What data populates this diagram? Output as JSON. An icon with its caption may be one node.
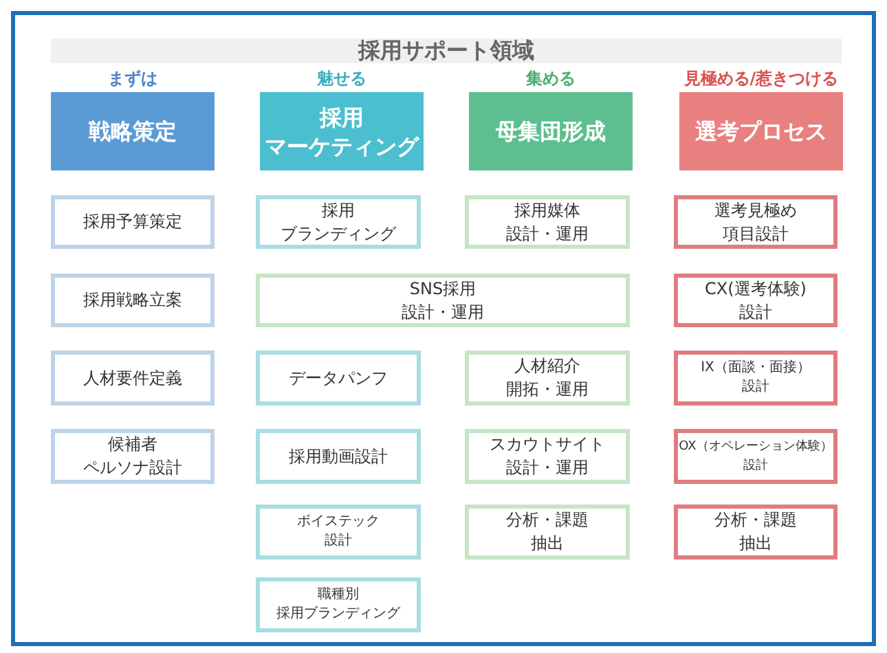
{
  "diagram": {
    "nodes": [
      {
        "text": [
          "採用サポート領域"
        ]
      },
      {
        "text": [
          "戦略策定"
        ],
        "beside": [
          "まずは"
        ]
      },
      {
        "text": [
          "採用マーケティング"
        ],
        "beside": [
          "魅せる"
        ]
      },
      {
        "text": [
          "母集団形成"
        ],
        "beside": [
          "集める"
        ]
      },
      {
        "text": [
          "選考プロセス"
        ],
        "beside": [
          "見極める/惹きつける"
        ]
      },
      {
        "text": [
          "採用予算策定"
        ]
      },
      {
        "text": [
          "採用ブランディング"
        ]
      },
      {
        "text": [
          "採用媒体設計・運用"
        ]
      },
      {
        "text": [
          "選考見極め項目設計"
        ]
      },
      {
        "text": [
          "採用戦略立案"
        ]
      },
      {
        "text": [
          "SNS採用設計・運用"
        ]
      },
      {
        "text": [
          "CX(選考体験)設計"
        ]
      },
      {
        "text": [
          "人材要件定義"
        ]
      },
      {
        "text": [
          "データパンフ"
        ]
      },
      {
        "text": [
          "人材紹介開拓・運用"
        ]
      },
      {
        "text": [
          "IX（面談・面接）設計"
        ]
      },
      {
        "text": [
          "候補者ペルソナ設計"
        ]
      },
      {
        "text": [
          "採用動画設計"
        ]
      },
      {
        "text": [
          "スカウトサイト設計・運用"
        ]
      },
      {
        "text": [
          "OX（オペレーション体験）設計"
        ]
      },
      {
        "text": [
          "ボイステック設計"
        ]
      },
      {
        "text": [
          "分析・課題抽出"
        ]
      },
      {
        "text": [
          "分析・課題抽出"
        ]
      },
      {
        "text": [
          "職種別採用ブランディング"
        ]
      }
    ],
    "edges": []
  }
}
